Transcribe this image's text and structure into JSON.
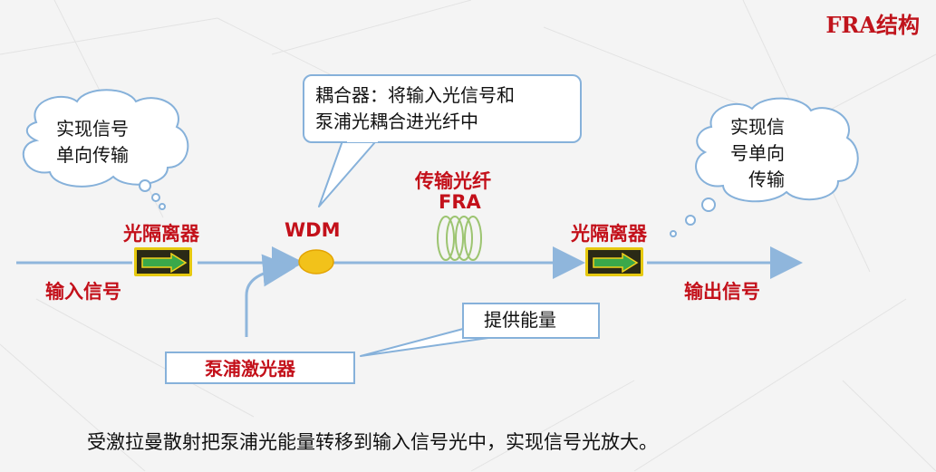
{
  "title": "FRA结构",
  "labels": {
    "input_signal": "输入信号",
    "output_signal": "输出信号",
    "isolator_left": "光隔离器",
    "isolator_right": "光隔离器",
    "wdm": "WDM",
    "fiber_line1": "传输光纤",
    "fiber_line2": "FRA",
    "pump_laser": "泵浦激光器"
  },
  "callouts": {
    "left_cloud_line1": "实现信号",
    "left_cloud_line2": "单向传输",
    "right_cloud_line1": "实现信",
    "right_cloud_line2": "号单向",
    "right_cloud_line3": "传输",
    "coupler_line1": "耦合器：将输入光信号和",
    "coupler_line2": "泵浦光耦合进光纤中",
    "energy": "提供能量"
  },
  "caption": "受激拉曼散射把泵浦光能量转移到输入信号光中，实现信号光放大。",
  "colors": {
    "red": "#c3101a",
    "line_blue": "#8fb6dc",
    "isolator_yellow": "#e6c90f",
    "arrow_green": "#3aa84a",
    "wdm_yellow": "#f2c21a",
    "fiber_green": "#9cc470"
  }
}
